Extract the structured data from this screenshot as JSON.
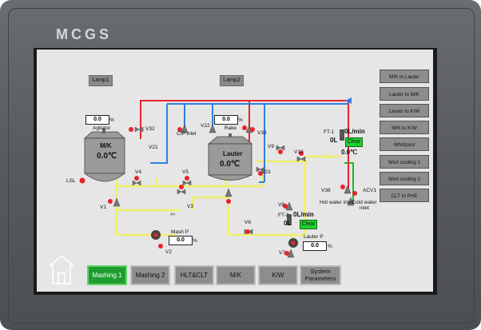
{
  "brand": "MCGS",
  "lamps": {
    "lamp1": "Lamp1",
    "lamp2": "Lamp2"
  },
  "sidebar": {
    "items": [
      {
        "label": "M/K to Lauter"
      },
      {
        "label": "Lauter to M/K"
      },
      {
        "label": "Lauter to K/W"
      },
      {
        "label": "M/K to K/W"
      },
      {
        "label": "Whirlpool"
      },
      {
        "label": "Wort cooling 1"
      },
      {
        "label": "Wort cooling 2"
      },
      {
        "label": "CLT to PHE"
      }
    ]
  },
  "tanks": {
    "mk": {
      "name": "M/K",
      "temp": "0.0℃"
    },
    "lauter": {
      "name": "Lauter",
      "temp": "0.0℃"
    }
  },
  "agitator": {
    "label": "Agitator",
    "value": "0.0",
    "unit": "%"
  },
  "rake": {
    "label": "Rake",
    "value": "0.0",
    "unit": "%"
  },
  "mash_pump": {
    "label": "Mash P",
    "value": "0.0",
    "unit": "%"
  },
  "lauter_pump": {
    "label": "Lauter P",
    "value": "0.0",
    "unit": "%"
  },
  "valves": {
    "v1": "V1",
    "v2": "V2",
    "v3": "V3",
    "v4": "V4",
    "v5": "V5",
    "v6": "V6",
    "v7": "V7",
    "v8": "V8",
    "v9": "V9",
    "v10": "V10",
    "v21": "V21",
    "v22": "V22",
    "v23": "V23",
    "v32": "V32",
    "v33": "V33",
    "v36": "V36",
    "acv1": "ACV1",
    "lsl": "LSL"
  },
  "cip_inlet": "CIP inlet",
  "hot_water_inlet": "Hot water inlet",
  "cold_water_inlet": "Cold water inlet",
  "ft1": {
    "tag": "FT-1",
    "rate": "0L/min",
    "total": "0L",
    "clear_label": "Clear",
    "temp": "0.0℃"
  },
  "ft2": {
    "tag": "FT-2",
    "rate": "0L/min",
    "total": "0L",
    "clear_label": "Clear"
  },
  "nav": {
    "items": [
      {
        "label": "Mashing 1",
        "active": true
      },
      {
        "label": "Mashing 2"
      },
      {
        "label": "HLT&CLT"
      },
      {
        "label": "M/K"
      },
      {
        "label": "K/W"
      },
      {
        "label": "System Parameters"
      }
    ]
  },
  "colors": {
    "hot": "#e8242b",
    "cold": "#2f7fe0",
    "wort": "#f1ee6a",
    "green": "#1fb52f",
    "active_button": "#1f9e2f"
  }
}
